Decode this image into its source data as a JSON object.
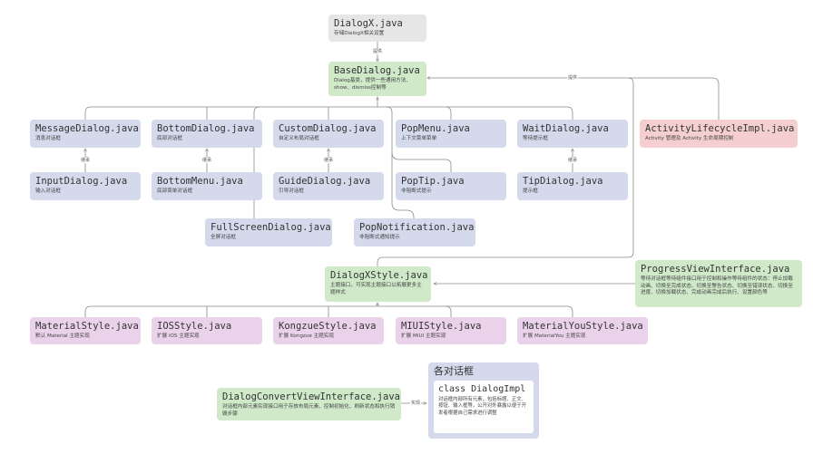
{
  "nodes": {
    "dialogx": {
      "title": "DialogX.java",
      "desc": "存储DialogX相关设置"
    },
    "base_dialog": {
      "title": "BaseDialog.java",
      "desc": "Dialog基类，提供一些通用方法、show、dismiss控制等"
    },
    "message_dialog": {
      "title": "MessageDialog.java",
      "desc": "消息对话框"
    },
    "bottom_dialog": {
      "title": "BottomDialog.java",
      "desc": "底部对话框"
    },
    "custom_dialog": {
      "title": "CustomDialog.java",
      "desc": "自定义布局对话框"
    },
    "pop_menu": {
      "title": "PopMenu.java",
      "desc": "上下文菜单菜单"
    },
    "wait_dialog": {
      "title": "WaitDialog.java",
      "desc": "等待提示框"
    },
    "activity_lifecycle": {
      "title": "ActivityLifecycleImpl.java",
      "desc": "Activity 管理及 Activity 生命周期控制"
    },
    "input_dialog": {
      "title": "InputDialog.java",
      "desc": "输入对话框"
    },
    "bottom_menu": {
      "title": "BottomMenu.java",
      "desc": "底部菜单对话框"
    },
    "guide_dialog": {
      "title": "GuideDialog.java",
      "desc": "引导对话框"
    },
    "pop_tip": {
      "title": "PopTip.java",
      "desc": "非阻断式提示"
    },
    "tip_dialog": {
      "title": "TipDialog.java",
      "desc": "提示框"
    },
    "fullscreen_dialog": {
      "title": "FullScreenDialog.java",
      "desc": "全屏对话框"
    },
    "pop_notification": {
      "title": "PopNotification.java",
      "desc": "非阻断式通知提示"
    },
    "dialogx_style": {
      "title": "DialogXStyle.java",
      "desc": "主题接口，可实现主题接口以拓展更多主题样式"
    },
    "progress_view_interface": {
      "title": "ProgressViewInterface.java",
      "desc": "等待对话框等待组件接口用于控制和操作等待组件的状态：停止加载动画、切换至完成状态、切换至警告状态、切换至错误状态、切换至进度、切换加载状态、完成动画完成后执行、设置颜色等"
    },
    "material_style": {
      "title": "MaterialStyle.java",
      "desc": "默认 Material 主题实现"
    },
    "ios_style": {
      "title": "IOSStyle.java",
      "desc": "扩展 iOS 主题实现"
    },
    "kongzue_style": {
      "title": "KongzueStyle.java",
      "desc": "扩展 Kongzue 主题实现"
    },
    "miui_style": {
      "title": "MIUIStyle.java",
      "desc": "扩展 MIUI 主题实现"
    },
    "material_you_style": {
      "title": "MaterialYouStyle.java",
      "desc": "扩展 MaterialYou 主题实现"
    },
    "dialog_convert_view_interface": {
      "title": "DialogConvertViewInterface.java",
      "desc": "对话框内部元素实现接口用于存放布局元素、控制初始化、刷新状态和执行销毁步骤"
    }
  },
  "group": {
    "title": "各对话框",
    "impl_title": "class DialogImpl",
    "impl_desc": "对话框内部所有元素，包括标题、正文、按钮、输入框等，公开对外暴露以便于开发者根据自己需求进行调整"
  },
  "edge_labels": {
    "provide_top": "提供",
    "provide_activity": "提供",
    "extends_input": "继承",
    "extends_bottom_menu": "继承",
    "extends_guide": "继承",
    "extends_tip": "继承",
    "implements": "实现"
  },
  "colors": {
    "gray": "#e6e6e6",
    "green": "#cfe9c9",
    "blue": "#d4d9ec",
    "pink": "#f5cfcf",
    "purple": "#ead3ea",
    "connector": "#8a8a8a"
  }
}
